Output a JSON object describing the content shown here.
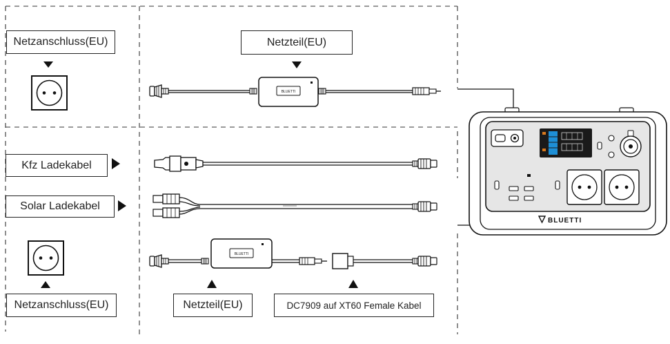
{
  "labels": {
    "grid_socket_top": "Netzanschluss(EU)",
    "adapter_top": "Netzteil(EU)",
    "car_cable": "Kfz Ladekabel",
    "solar_cable": "Solar Ladekabel",
    "grid_socket_bottom": "Netzanschluss(EU)",
    "adapter_bottom": "Netzteil(EU)",
    "dc_cable": "DC7909 auf XT60 Female Kabel"
  },
  "brand": {
    "adapter_logo": "BLUETTI",
    "station_logo": "BLUETTI"
  },
  "colors": {
    "line": "#1a1a1a",
    "display_blue": "#1e8fd6",
    "panel": "#e6e6e6"
  }
}
